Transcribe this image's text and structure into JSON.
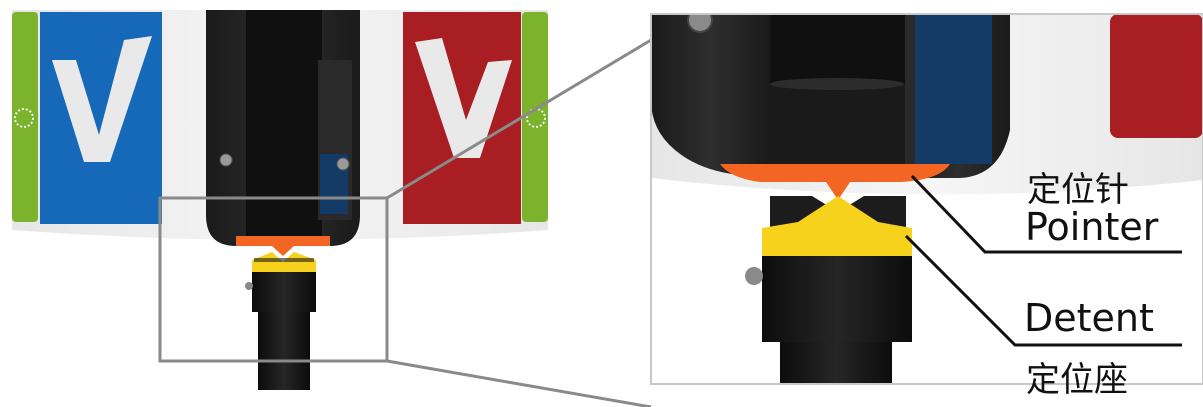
{
  "labels": {
    "pointer_zh": "定位针",
    "pointer_en": "Pointer",
    "detent_en": "Detent",
    "detent_zh": "定位座"
  },
  "panel_letters": {
    "left": "V",
    "right": "V"
  },
  "colors": {
    "blue_panel": "#1668b8",
    "red_panel": "#a81e22",
    "green_stripe": "#7cb32c",
    "pointer_orange": "#f26522",
    "detent_yellow": "#f7d21c",
    "post_black": "#141414",
    "callout_gray": "#8a8a8a"
  }
}
